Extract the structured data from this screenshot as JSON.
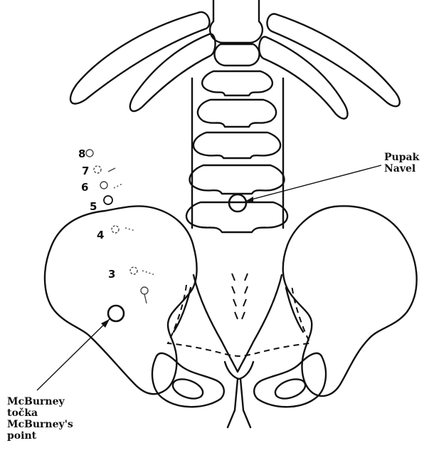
{
  "labels": {
    "navel": [
      "Pupak",
      "Navel"
    ],
    "mcburney": [
      "McBurney",
      "točka",
      "McBurney's",
      "point"
    ]
  },
  "points": [
    "8",
    "7",
    "6",
    "5",
    "4",
    "3"
  ]
}
